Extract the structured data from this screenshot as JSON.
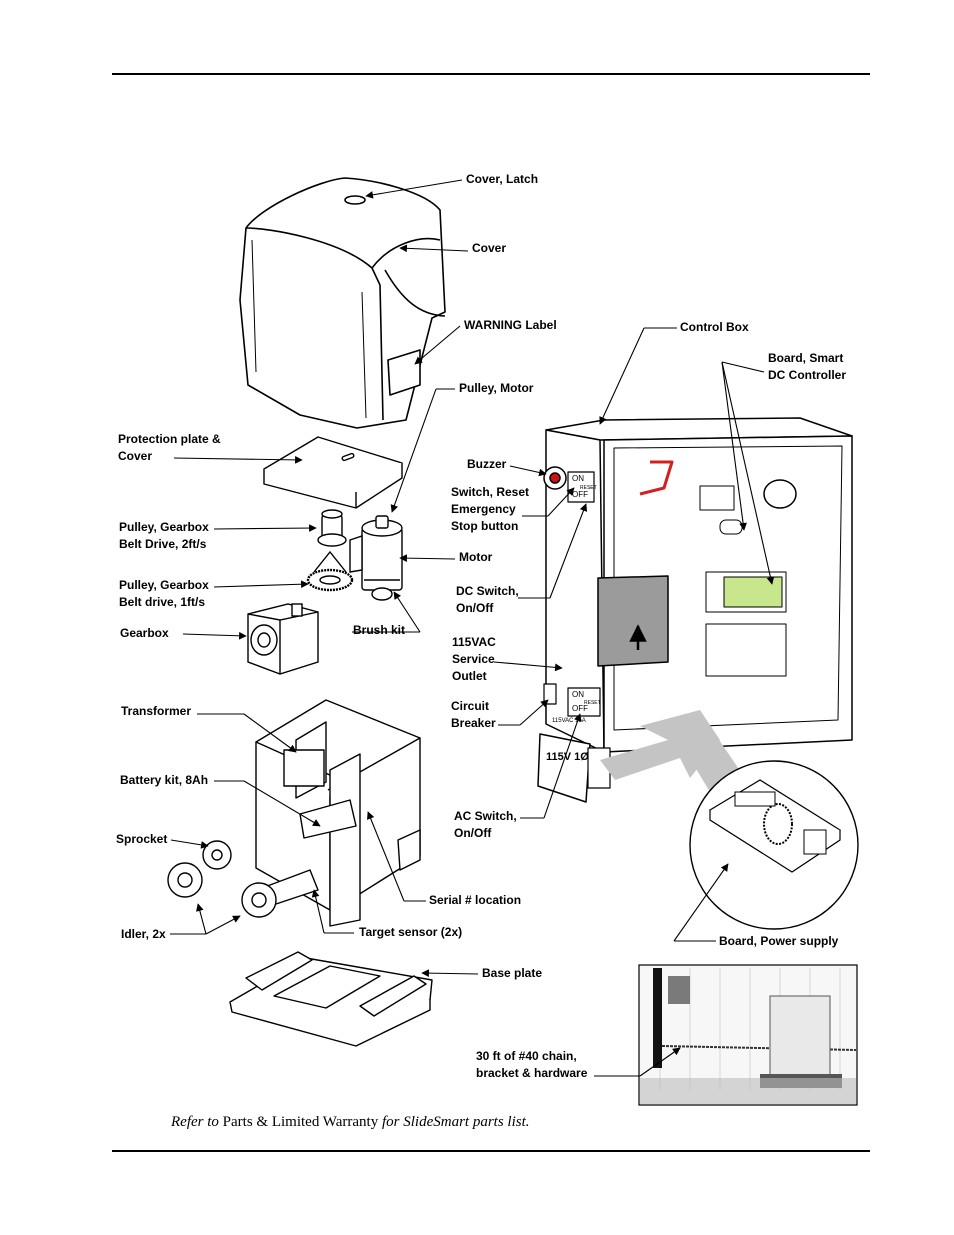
{
  "labels": {
    "cover_latch": "Cover, Latch",
    "cover": "Cover",
    "warning_label": "WARNING Label",
    "pulley_motor": "Pulley, Motor",
    "protection_plate_1": "Protection plate &",
    "protection_plate_2": "Cover",
    "pulley_gearbox_2ft_1": "Pulley, Gearbox",
    "pulley_gearbox_2ft_2": "Belt Drive, 2ft/s",
    "pulley_gearbox_1ft_1": "Pulley, Gearbox",
    "pulley_gearbox_1ft_2": "Belt drive, 1ft/s",
    "gearbox": "Gearbox",
    "motor": "Motor",
    "brush_kit": "Brush kit",
    "transformer": "Transformer",
    "battery_kit": "Battery kit, 8Ah",
    "sprocket": "Sprocket",
    "idler": "Idler, 2x",
    "serial_location": "Serial # location",
    "target_sensor": "Target sensor (2x)",
    "base_plate": "Base plate",
    "control_box": "Control Box",
    "board_smart_1": "Board, Smart",
    "board_smart_2": "DC Controller",
    "buzzer": "Buzzer",
    "switch_reset_1": "Switch, Reset",
    "switch_reset_2": "Emergency",
    "switch_reset_3": "Stop button",
    "dc_switch_1": "DC Switch,",
    "dc_switch_2": "On/Off",
    "outlet_1": "115VAC",
    "outlet_2": "Service",
    "outlet_3": "Outlet",
    "breaker_1": "Circuit",
    "breaker_2": "Breaker",
    "ac_switch_1": "AC Switch,",
    "ac_switch_2": "On/Off",
    "board_power_supply": "Board, Power supply",
    "chain_1": "30 ft of #40 chain,",
    "chain_2": "bracket & hardware"
  },
  "caption": {
    "prefix": "Refer to",
    "reference": "Parts & Limited Warranty",
    "suffix": "for SlideSmart parts list."
  },
  "panel_text": {
    "on_top": "ON",
    "off_top": "OFF",
    "reset_top": "RESET",
    "on_bottom": "ON",
    "off_bottom": "OFF",
    "reset_bottom": "RESET",
    "rating": "115VAC 15A",
    "plate": "115V 1Ø"
  },
  "colors": {
    "line": "#000000",
    "part_fill": "#ffffff",
    "box_gray": "#9b9b9b",
    "highlight_arrow": "#c4c4c4",
    "lcd_green": "#c8e68c",
    "wire_red": "#d42020",
    "buzzer_red": "#cc1111"
  }
}
